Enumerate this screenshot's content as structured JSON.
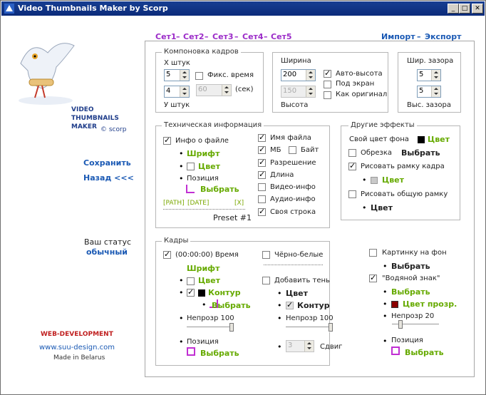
{
  "window": {
    "title": "Video Thumbnails Maker by Scorp",
    "min": "_",
    "max": "□",
    "close": "✕"
  },
  "sidebar": {
    "brand1": "VIDEO",
    "brand2": "THUMBNAILS",
    "brand3": "MAKER",
    "copy": "© scorp",
    "save": "Сохранить",
    "back": "Назад <<<",
    "status_label": "Ваш статус",
    "status_value": "обычный",
    "web": "WEB-DEVELOPMENT",
    "site": "www.suu-design.com",
    "made": "Made in Belarus"
  },
  "tabs": {
    "s1": "Сет1",
    "s2": "Сет2",
    "s3": "Сет3",
    "s4": "Сет4",
    "s5": "Сет5",
    "dash": "–",
    "import": "Импорт",
    "export": "Экспорт"
  },
  "layout": {
    "legend": "Компоновка кадров",
    "x_label": "X штук",
    "x_val": "5",
    "y_val": "4",
    "y_label": "У штук",
    "fix_time": "Фикс. время",
    "time_val": "60",
    "sec": "(сек)",
    "width_label": "Ширина",
    "width_val": "200",
    "height_val": "150",
    "height_label": "Высота",
    "auto_h": "Авто-высота",
    "under_screen": "Под экран",
    "as_orig": "Как оригинал",
    "gap_w_label": "Шир. зазора",
    "gap_w": "5",
    "gap_h": "5",
    "gap_h_label": "Выс. зазора"
  },
  "tech": {
    "legend": "Техническая информация",
    "file_info": "Инфо о файле",
    "font": "Шрифт",
    "color": "Цвет",
    "position": "Позиция",
    "choose": "Выбрать",
    "path": "[PATH]",
    "date": "[DATE]",
    "x": "[X]",
    "preset": "Preset #1",
    "filename": "Имя файла",
    "mb": "МБ",
    "byte": "Байт",
    "resolution": "Разрешение",
    "length": "Длина",
    "video_info": "Видео-инфо",
    "audio_info": "Аудио-инфо",
    "own_line": "Своя строка"
  },
  "effects": {
    "legend": "Другие эффекты",
    "bg_color": "Свой цвет фона",
    "color": "Цвет",
    "crop": "Обрезка",
    "choose": "Выбрать",
    "frame_border": "Рисовать рамку кадра",
    "frame_color": "Цвет",
    "total_border": "Рисовать общую рамку",
    "total_color": "Цвет"
  },
  "frames": {
    "legend": "Кадры",
    "time": "(00:00:00) Время",
    "font": "Шрифт",
    "color": "Цвет",
    "contour": "Контур",
    "choose": "Выбрать",
    "opacity": "Непрозр 100",
    "position": "Позиция",
    "choose2": "Выбрать",
    "bw": "Чёрно-белые",
    "shadow": "Добавить тень",
    "sh_color": "Цвет",
    "sh_contour": "Контур",
    "sh_opacity": "Непрозр 100",
    "shift_val": "3",
    "shift": "Сдвиг"
  },
  "right": {
    "bg_pic": "Картинку на фон",
    "choose": "Выбрать",
    "watermark": "\"Водяной знак\"",
    "wm_choose": "Выбрать",
    "wm_color": "Цвет прозр.",
    "opacity": "Непрозр 20",
    "position": "Позиция",
    "pos_choose": "Выбрать"
  }
}
